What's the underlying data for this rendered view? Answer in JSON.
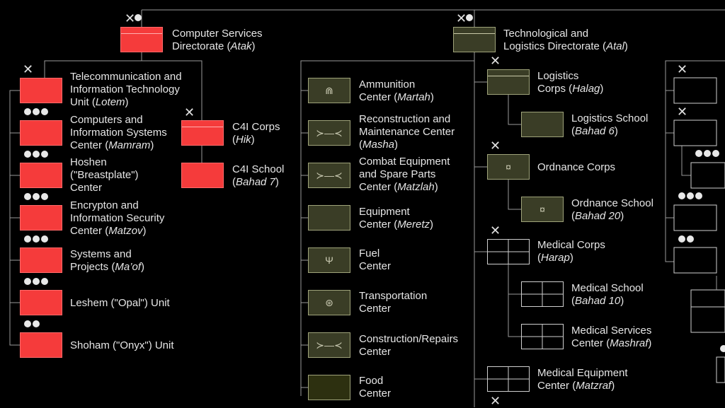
{
  "units": [
    {
      "id": "atak",
      "lines": [
        "Computer Services",
        "Directorate ("
      ],
      "italic": "Atak",
      "tail": ")"
    },
    {
      "id": "atal",
      "lines": [
        "Technological and",
        "Logistics Directorate ("
      ],
      "italic": "Atal",
      "tail": ")"
    },
    {
      "id": "lotem",
      "lines": [
        "Telecommunication and",
        "Information Technology",
        "Unit ("
      ],
      "italic": "Lotem",
      "tail": ")"
    },
    {
      "id": "mamram",
      "lines": [
        "Computers and",
        "Information Systems",
        "Center ("
      ],
      "italic": "Mamram",
      "tail": ")"
    },
    {
      "id": "hoshen",
      "lines": [
        "Hoshen",
        "(\"Breastplate\")",
        "Center"
      ],
      "italic": "",
      "tail": ""
    },
    {
      "id": "matzov",
      "lines": [
        "Encrypton and",
        "Information Security",
        "Center ("
      ],
      "italic": "Matzov",
      "tail": ")"
    },
    {
      "id": "maof",
      "lines": [
        "Systems and",
        "Projects ("
      ],
      "italic": "Ma’of",
      "tail": ")"
    },
    {
      "id": "leshem",
      "lines": [
        "Leshem (\"Opal\") Unit"
      ],
      "italic": "",
      "tail": ""
    },
    {
      "id": "shoham",
      "lines": [
        "Shoham (\"Onyx\") Unit"
      ],
      "italic": "",
      "tail": ""
    },
    {
      "id": "hik",
      "lines": [
        "C4I Corps",
        "("
      ],
      "italic": "Hik",
      "tail": ")"
    },
    {
      "id": "bahad7",
      "lines": [
        "C4I School",
        "("
      ],
      "italic": "Bahad 7",
      "tail": ")"
    },
    {
      "id": "martah",
      "lines": [
        "Ammunition",
        "Center ("
      ],
      "italic": "Martah",
      "tail": ")"
    },
    {
      "id": "masha",
      "lines": [
        "Reconstruction and",
        "Maintenance Center",
        "("
      ],
      "italic": "Masha",
      "tail": ")"
    },
    {
      "id": "matzlah",
      "lines": [
        "Combat Equipment",
        "and Spare Parts",
        "Center ("
      ],
      "italic": "Matzlah",
      "tail": ")"
    },
    {
      "id": "meretz",
      "lines": [
        "Equipment",
        "Center ("
      ],
      "italic": "Meretz",
      "tail": ")"
    },
    {
      "id": "fuel",
      "lines": [
        "Fuel",
        "Center"
      ],
      "italic": "",
      "tail": ""
    },
    {
      "id": "transport",
      "lines": [
        "Transportation",
        "Center"
      ],
      "italic": "",
      "tail": ""
    },
    {
      "id": "construction",
      "lines": [
        "Construction/Repairs",
        "Center"
      ],
      "italic": "",
      "tail": ""
    },
    {
      "id": "food",
      "lines": [
        "Food",
        "Center"
      ],
      "italic": "",
      "tail": ""
    },
    {
      "id": "halag",
      "lines": [
        "Logistics",
        "Corps ("
      ],
      "italic": "Halag",
      "tail": ")"
    },
    {
      "id": "bahad6",
      "lines": [
        "Logistics School",
        "("
      ],
      "italic": "Bahad 6",
      "tail": ")"
    },
    {
      "id": "ordnance",
      "lines": [
        "Ordnance Corps"
      ],
      "italic": "",
      "tail": ""
    },
    {
      "id": "bahad20",
      "lines": [
        "Ordnance School",
        "("
      ],
      "italic": "Bahad 20",
      "tail": ")"
    },
    {
      "id": "harap",
      "lines": [
        "Medical Corps",
        "("
      ],
      "italic": "Harap",
      "tail": ")"
    },
    {
      "id": "bahad10",
      "lines": [
        "Medical School",
        "("
      ],
      "italic": "Bahad 10",
      "tail": ")"
    },
    {
      "id": "mashraf",
      "lines": [
        "Medical Services",
        "Center ("
      ],
      "italic": "Mashraf",
      "tail": ")"
    },
    {
      "id": "matzraf",
      "lines": [
        "Medical Equipment",
        "Center ("
      ],
      "italic": "Matzraf",
      "tail": ")"
    }
  ],
  "colors": {
    "red": "#f53b3b",
    "olive": "#3a3d26",
    "line": "#9a9a9a",
    "text": "#e6e6e6"
  }
}
